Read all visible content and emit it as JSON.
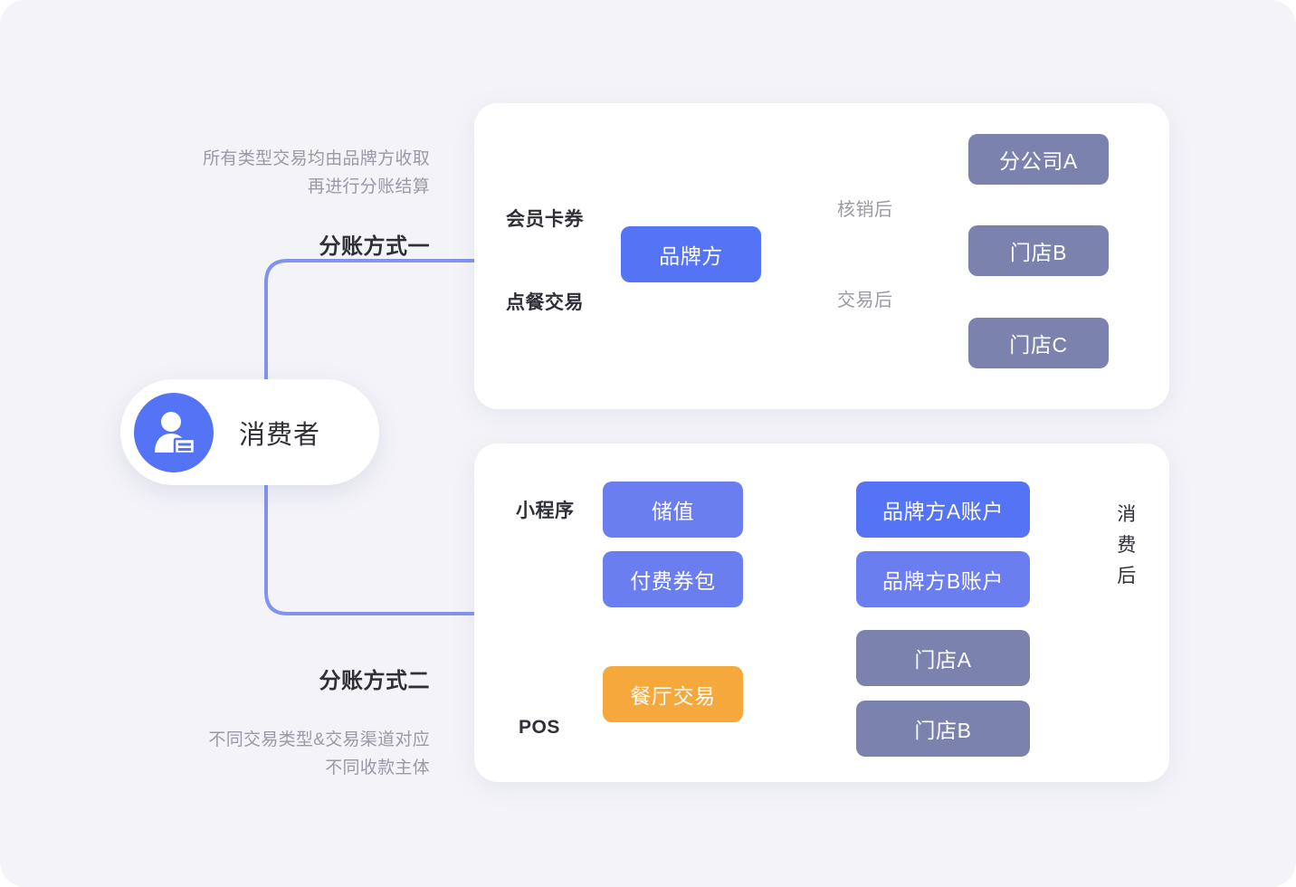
{
  "colors": {
    "page_bg": "#f3f3f8",
    "card_bg": "#ffffff",
    "accent_blue": "#5573f5",
    "node_violet": "#6b7ef0",
    "node_slate": "#7c82ae",
    "node_orange": "#f5a83c",
    "arrow_light": "#c5d0f9",
    "wire_blue": "#8899ee",
    "dashed_line": "#b9c4ec",
    "text_dark": "#2f3038",
    "text_muted": "#9a9aa6"
  },
  "consumer": {
    "label": "消费者",
    "icon": "user-id-card-icon"
  },
  "captions": {
    "one": {
      "subtitle": "所有类型交易均由品牌方收取\n再进行分账结算",
      "title": "分账方式一"
    },
    "two": {
      "title": "分账方式二",
      "subtitle": "不同交易类型&交易渠道对应\n不同收款主体"
    }
  },
  "card_one": {
    "input_labels": [
      "会员卡券",
      "点餐交易"
    ],
    "hub": {
      "label": "品牌方",
      "style": "blue"
    },
    "branch_labels": [
      "核销后",
      "交易后"
    ],
    "outputs": [
      {
        "label": "分公司A",
        "style": "slate"
      },
      {
        "label": "门店B",
        "style": "slate"
      },
      {
        "label": "门店C",
        "style": "slate"
      }
    ]
  },
  "card_two": {
    "channel_labels": [
      "小程序",
      "POS"
    ],
    "sources": [
      {
        "label": "储值",
        "style": "violet"
      },
      {
        "label": "付费券包",
        "style": "violet"
      },
      {
        "label": "餐厅交易",
        "style": "orange"
      }
    ],
    "targets": [
      {
        "label": "品牌方A账户",
        "style": "blue"
      },
      {
        "label": "品牌方B账户",
        "style": "violet"
      },
      {
        "label": "门店A",
        "style": "slate"
      },
      {
        "label": "门店B",
        "style": "slate"
      }
    ],
    "settlement_label": "消费后"
  }
}
